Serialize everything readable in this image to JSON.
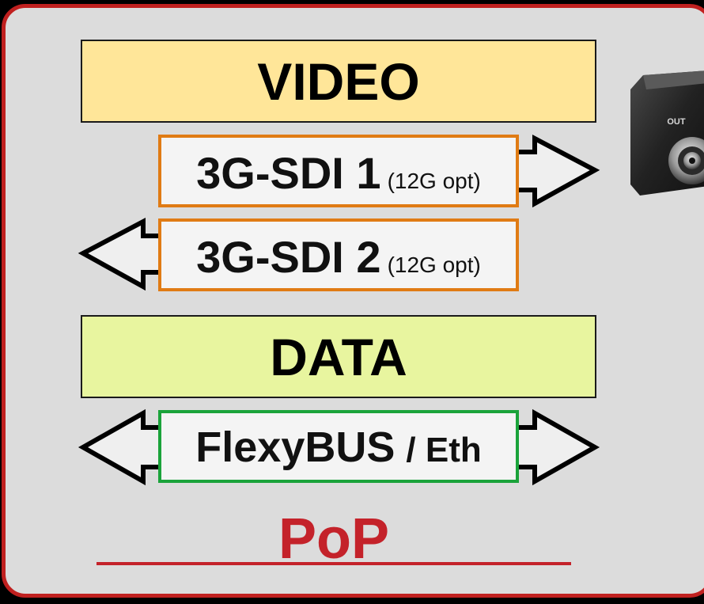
{
  "diagram": {
    "video_label": "VIDEO",
    "data_label": "DATA",
    "sdi1": {
      "main": "3G-SDI 1",
      "sub": "(12G opt)"
    },
    "sdi2": {
      "main": "3G-SDI 2",
      "sub": "(12G opt)"
    },
    "flexybus": {
      "main": "FlexyBUS",
      "sub": "/ Eth"
    },
    "pop_label": "PoP",
    "device_port_label": "OUT"
  },
  "colors": {
    "panel_border": "#c0201f",
    "panel_fill": "#dcdcdc",
    "video_band": "#ffe699",
    "data_band": "#e8f59f",
    "sdi_border": "#e07b14",
    "flexybus_border": "#1aa33a",
    "pop": "#c4222a"
  },
  "icons": {
    "device": "camera-module-image",
    "arrow_out": "arrow-right-icon",
    "arrow_in": "arrow-left-icon",
    "arrow_bidirectional": "double-arrow-icon"
  }
}
